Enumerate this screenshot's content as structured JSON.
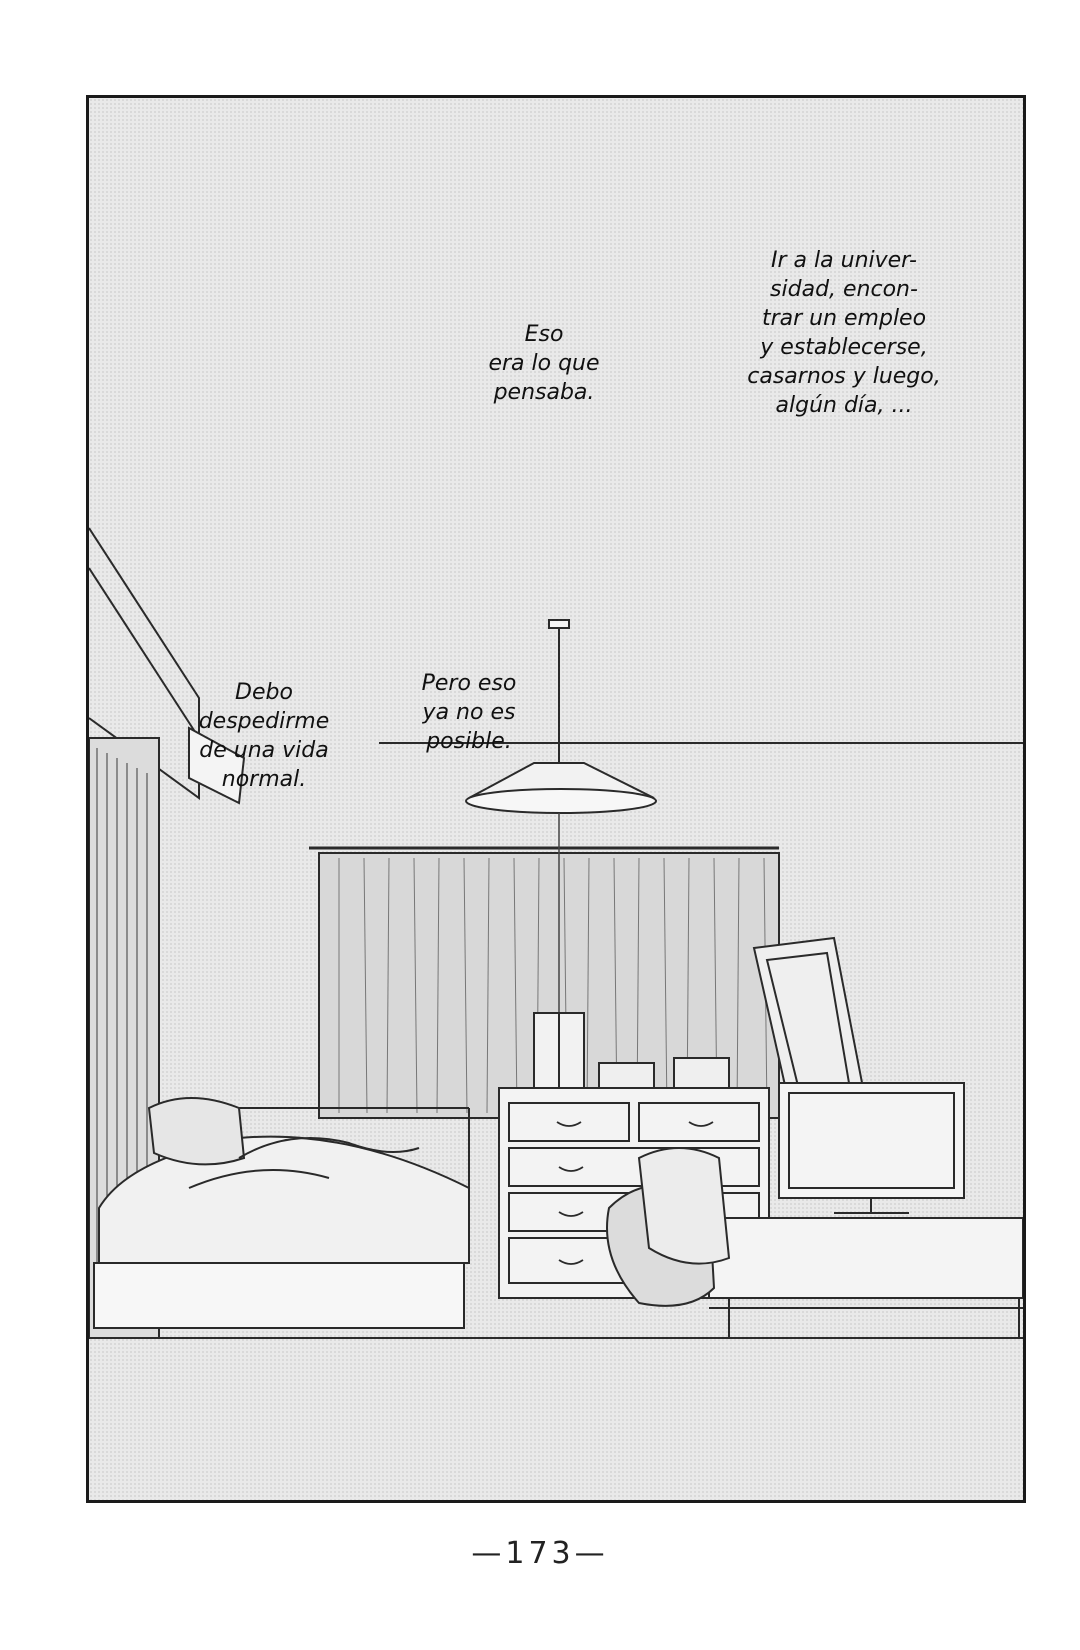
{
  "captions": {
    "top_right": "Ir a la univer-\nsidad, encon-\ntrar un empleo\ny establecerse,\ncasarnos y luego,\nalgún día, ...",
    "top_center": "Eso\nera lo que\npensaba.",
    "mid_left": "Debo\ndespedirme\nde una vida\nnormal.",
    "mid_center": "Pero eso\nya no es\nposible."
  },
  "footer": {
    "page_number": "—173—"
  }
}
